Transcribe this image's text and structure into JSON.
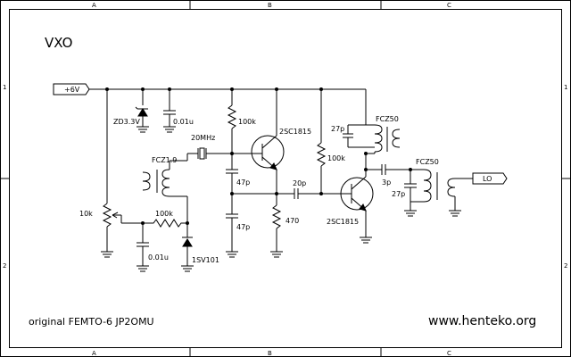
{
  "sheet": {
    "title": "VXO",
    "footer_left": "original  FEMTO-6 JP2OMU",
    "footer_right": "www.henteko.org",
    "columns": [
      "A",
      "B",
      "C"
    ],
    "rows": [
      "1",
      "2"
    ]
  },
  "ports": {
    "supply": "+6V",
    "output": "LO"
  },
  "components": {
    "zener": "ZD3.3V",
    "cap_bypass_top": "0.01u",
    "cap_bypass_bottom": "0.01u",
    "res_bias_q1": "100k",
    "res_pot": "10k",
    "res_varicap_feed": "100k",
    "res_emitter": "470",
    "res_q2_bias": "100k",
    "crystal": "20MHz",
    "coil_input": "FCZ1.9",
    "coil_mid": "FCZ50",
    "coil_out": "FCZ50",
    "varicap": "1SV101",
    "cap_feedback_1": "47p",
    "cap_feedback_2": "47p",
    "cap_coupling": "20p",
    "cap_tank_1": "27p",
    "cap_out_coupling": "3p",
    "cap_tank_2": "27p",
    "transistor_1": "2SC1815",
    "transistor_2": "2SC1815"
  }
}
